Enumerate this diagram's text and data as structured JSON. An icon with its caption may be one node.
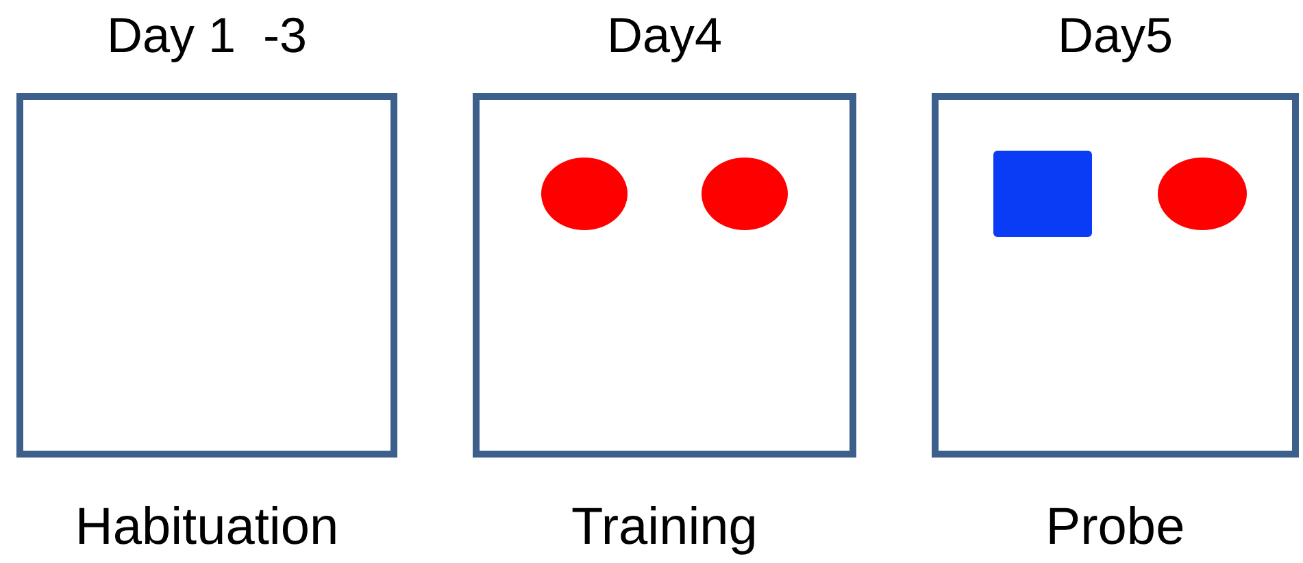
{
  "diagram": {
    "nodes": [
      {
        "text": [
          "Day 1  -3",
          "Habituation"
        ]
      },
      {
        "text": [
          "Day4",
          "Training"
        ]
      },
      {
        "text": [],
        "shape": "circle",
        "in": 1
      },
      {
        "text": [],
        "shape": "circle",
        "in": 1
      },
      {
        "text": [
          "Day5",
          "Probe"
        ]
      },
      {
        "text": [],
        "shape": "box",
        "in": 4
      },
      {
        "text": [],
        "shape": "circle",
        "in": 4
      }
    ]
  }
}
